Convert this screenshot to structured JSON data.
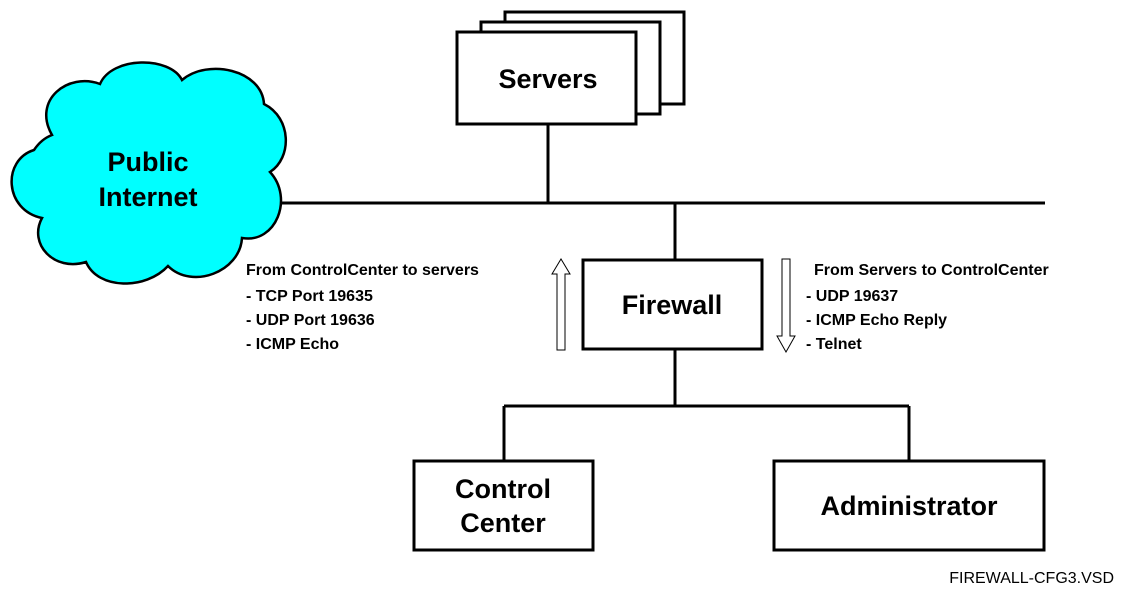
{
  "nodes": {
    "servers": {
      "label": "Servers"
    },
    "internet": {
      "label_line1": "Public",
      "label_line2": "Internet"
    },
    "firewall": {
      "label": "Firewall"
    },
    "control_center": {
      "label_line1": "Control",
      "label_line2": "Center"
    },
    "administrator": {
      "label": "Administrator"
    }
  },
  "rules_in": {
    "heading": "From ControlCenter to servers",
    "items": [
      "- TCP Port 19635",
      "- UDP Port 19636",
      "- ICMP Echo"
    ]
  },
  "rules_out": {
    "heading": "From Servers to ControlCenter",
    "items": [
      "- UDP 19637",
      "- ICMP Echo Reply",
      "- Telnet"
    ]
  },
  "filename": "FIREWALL-CFG3.VSD",
  "colors": {
    "cloud_fill": "#00ffff",
    "stroke": "#000000",
    "background": "#ffffff"
  }
}
